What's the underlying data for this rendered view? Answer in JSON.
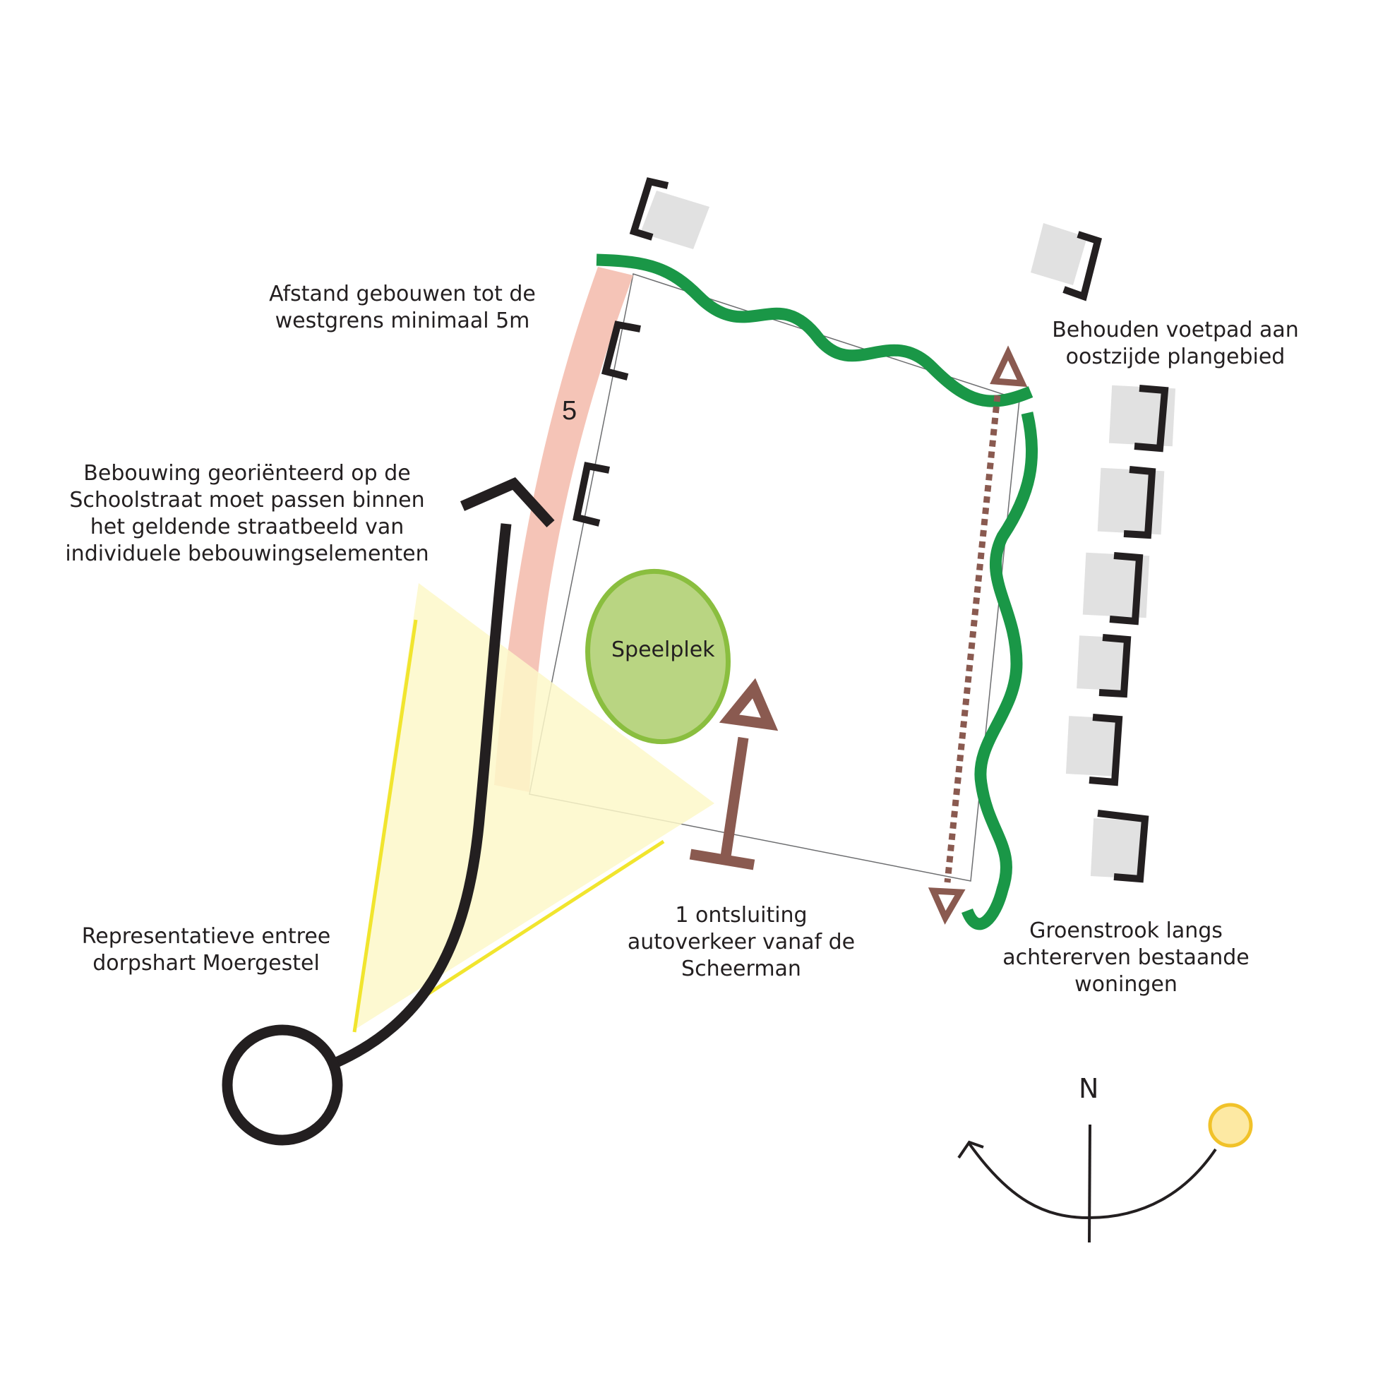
{
  "labels": {
    "distance": [
      "Afstand gebouwen tot de",
      "westgrens minimaal 5m"
    ],
    "orientation": [
      "Bebouwing georiënteerd op de",
      "Schoolstraat moet passen binnen",
      "het geldende straatbeeld van",
      "individuele bebouwingselementen"
    ],
    "entrance": [
      "Representatieve entree",
      "dorpshart Moergestel"
    ],
    "access": [
      "1 ontsluiting",
      "autoverkeer vanaf de",
      "Scheerman"
    ],
    "footpath": [
      "Behouden voetpad aan",
      "oostzijde plangebied"
    ],
    "greenstrip": [
      "Groenstrook langs",
      "achtererven bestaande",
      "woningen"
    ]
  },
  "buffer_number": "5",
  "playground_label": "Speelplek",
  "compass_letter": "N",
  "colors": {
    "green_line": "#1a9747",
    "buffer_zone": "#f5c4b7",
    "view_cone": "#fdf8c9",
    "view_lines": "#f1e52e",
    "route": "#231f20",
    "access_arrow": "#8a5a50",
    "playground_fill": "#b9d582",
    "playground_stroke": "#8abe3f",
    "buildings": "#e1e1e1",
    "sun": "#fde9a3",
    "sun_stroke": "#f1c229"
  }
}
